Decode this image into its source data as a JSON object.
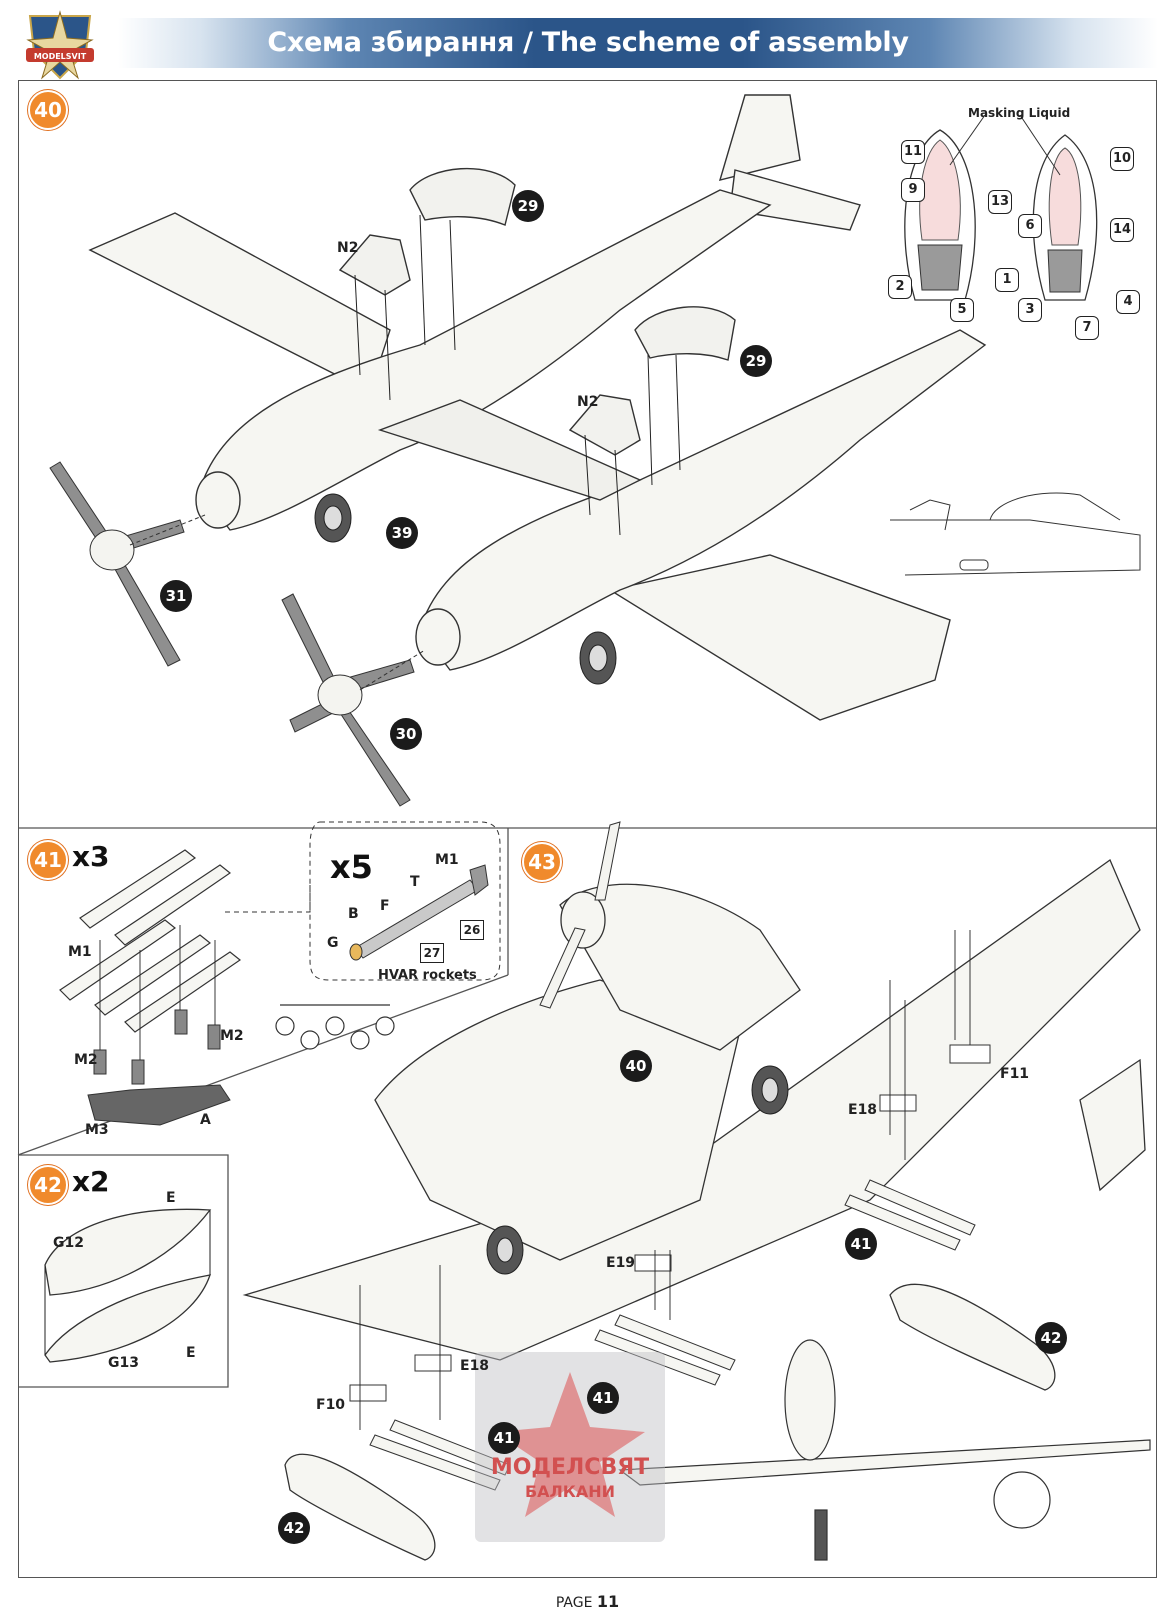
{
  "header": {
    "title": "Схема збирання / The scheme of assembly"
  },
  "logo": {
    "text": "MODELSVIT"
  },
  "steps": {
    "s40": {
      "number": "40",
      "parts": [
        "N2",
        "29",
        "N2",
        "29",
        "39",
        "31",
        "30"
      ]
    },
    "s41": {
      "number": "41",
      "multiplier": "x3"
    },
    "s42": {
      "number": "42",
      "multiplier": "x2"
    },
    "s43": {
      "number": "43"
    }
  },
  "canopy_detail": {
    "title": "Masking Liquid",
    "labels": [
      "11",
      "9",
      "13",
      "2",
      "1",
      "5",
      "10",
      "6",
      "14",
      "3",
      "4",
      "7"
    ]
  },
  "rockets": {
    "multiplier": "x5",
    "part_m1": "M1",
    "paint_t": "T",
    "paint_b": "B",
    "paint_f": "F",
    "paint_g": "G",
    "ref_26": "26",
    "ref_27": "27",
    "caption": "HVAR rockets",
    "m1": "M1",
    "m2_left": "M2",
    "m2_right": "M2",
    "m3": "M3",
    "paint_a": "A"
  },
  "tank": {
    "g12": "G12",
    "g13": "G13",
    "paint_e1": "E",
    "paint_e2": "E"
  },
  "step43_labels": {
    "c40": "40",
    "e18_top": "E18",
    "f11": "F11",
    "c41a": "41",
    "e19": "E19",
    "c42a": "42",
    "e18_bottom": "E18",
    "f10": "F10",
    "c41b": "41",
    "c41c": "41",
    "c42b": "42"
  },
  "watermark": {
    "line1": "МОДЕЛСВЯТ",
    "line2": "БАЛКАНИ"
  },
  "footer": {
    "page_label": "PAGE",
    "page_number": "11"
  },
  "colors": {
    "accent_orange": "#f08a2c",
    "header_blue": "#2b5589",
    "mask_pink": "#f7dcdc"
  }
}
